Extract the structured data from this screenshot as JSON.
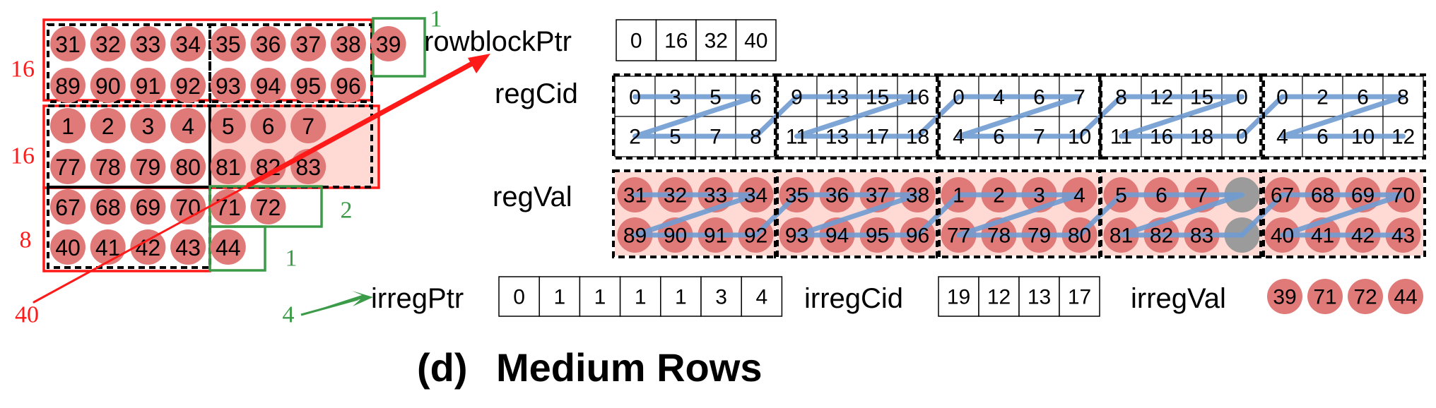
{
  "colors": {
    "circle": "#e07a78",
    "pad": "#ffd9d4",
    "red": "#ff1a1a",
    "green": "#3c9b48",
    "blue": "#6f9bd1",
    "gray": "#9b9b9b"
  },
  "left_matrix": {
    "rows": [
      [
        "31",
        "32",
        "33",
        "34",
        "35",
        "36",
        "37",
        "38",
        "39"
      ],
      [
        "89",
        "90",
        "91",
        "92",
        "93",
        "94",
        "95",
        "96"
      ],
      [
        "1",
        "2",
        "3",
        "4",
        "5",
        "6",
        "7"
      ],
      [
        "77",
        "78",
        "79",
        "80",
        "81",
        "82",
        "83"
      ],
      [
        "67",
        "68",
        "69",
        "70",
        "71",
        "72"
      ],
      [
        "40",
        "41",
        "42",
        "43",
        "44"
      ]
    ],
    "red_labels": [
      "16",
      "16",
      "8",
      "40"
    ],
    "green_labels": [
      "1",
      "2",
      "1",
      "4"
    ]
  },
  "rowblockPtr": {
    "label": "rowblockPtr",
    "values": [
      "0",
      "16",
      "32",
      "40"
    ]
  },
  "regCid": {
    "label": "regCid",
    "blocks": [
      {
        "top": [
          "0",
          "3",
          "5",
          "6"
        ],
        "bottom": [
          "2",
          "5",
          "7",
          "8"
        ]
      },
      {
        "top": [
          "9",
          "13",
          "15",
          "16"
        ],
        "bottom": [
          "11",
          "13",
          "17",
          "18"
        ]
      },
      {
        "top": [
          "0",
          "4",
          "6",
          "7"
        ],
        "bottom": [
          "4",
          "6",
          "7",
          "10"
        ]
      },
      {
        "top": [
          "8",
          "12",
          "15",
          "0"
        ],
        "bottom": [
          "11",
          "16",
          "18",
          "0"
        ]
      },
      {
        "top": [
          "0",
          "2",
          "6",
          "8"
        ],
        "bottom": [
          "4",
          "6",
          "10",
          "12"
        ]
      }
    ]
  },
  "regVal": {
    "label": "regVal",
    "blocks": [
      {
        "top": [
          "31",
          "32",
          "33",
          "34"
        ],
        "bottom": [
          "89",
          "90",
          "91",
          "92"
        ]
      },
      {
        "top": [
          "35",
          "36",
          "37",
          "38"
        ],
        "bottom": [
          "93",
          "94",
          "95",
          "96"
        ]
      },
      {
        "top": [
          "1",
          "2",
          "3",
          "4"
        ],
        "bottom": [
          "77",
          "78",
          "79",
          "80"
        ]
      },
      {
        "top": [
          "5",
          "6",
          "7",
          ""
        ],
        "bottom": [
          "81",
          "82",
          "83",
          ""
        ]
      },
      {
        "top": [
          "67",
          "68",
          "69",
          "70"
        ],
        "bottom": [
          "40",
          "41",
          "42",
          "43"
        ]
      }
    ]
  },
  "irregPtr": {
    "label": "irregPtr",
    "values": [
      "0",
      "1",
      "1",
      "1",
      "1",
      "3",
      "4"
    ]
  },
  "irregCid": {
    "label": "irregCid",
    "values": [
      "19",
      "12",
      "13",
      "17"
    ]
  },
  "irregVal": {
    "label": "irregVal",
    "values": [
      "39",
      "71",
      "72",
      "44"
    ]
  },
  "caption": {
    "prefix": "(d)",
    "title": "Medium Rows"
  }
}
